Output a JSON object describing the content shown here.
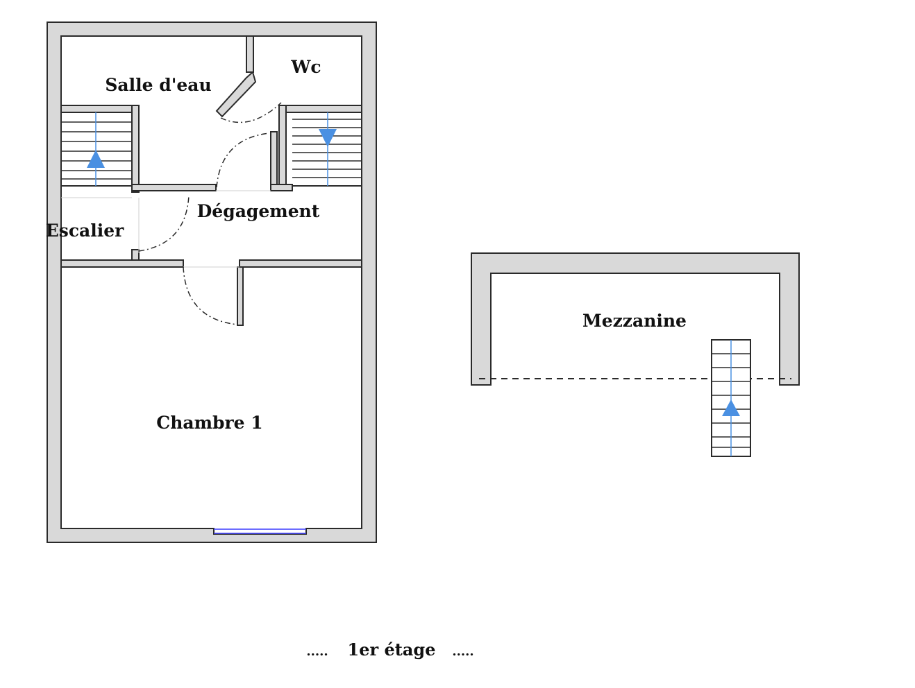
{
  "plan": {
    "rooms": {
      "salle_d_eau": "Salle d'eau",
      "wc": "Wc",
      "degagement": "Dégagement",
      "escalier": "Escalier",
      "chambre_1": "Chambre 1",
      "mezzanine": "Mezzanine"
    },
    "caption": {
      "left_dots": ".....",
      "text": "1er étage",
      "right_dots": "....."
    }
  },
  "colors": {
    "wall_fill": "#d9d9d9",
    "stair_arrow": "#4a90e2",
    "window": "#3c3cff"
  }
}
